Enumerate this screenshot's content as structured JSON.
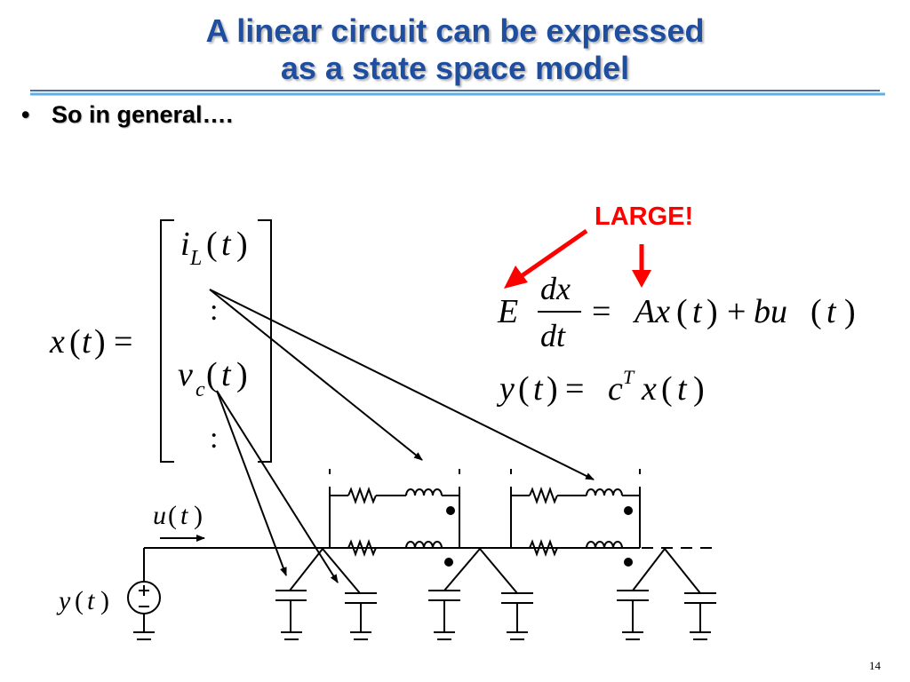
{
  "slide": {
    "title_line1": "A linear circuit can be expressed",
    "title_line2": "as a state space model",
    "bullet": "So in general….",
    "callout": "LARGE!",
    "page_number": "14"
  },
  "colors": {
    "title": "#1f4e9e",
    "rule_dark": "#1a3a7a",
    "rule_light": "#5fb0e6",
    "callout": "#ff0000"
  },
  "math": {
    "lhs": "x(t) =",
    "vector_entry_1": "i_L(t)",
    "vector_entry_2": ":",
    "vector_entry_3": "v_c(t)",
    "vector_entry_4": ":",
    "state_equation": "E dx/dt = Ax(t) + bu(t)",
    "output_equation": "y(t) = c^T x(t)",
    "input_label": "u(t)",
    "output_label": "y(t)"
  }
}
